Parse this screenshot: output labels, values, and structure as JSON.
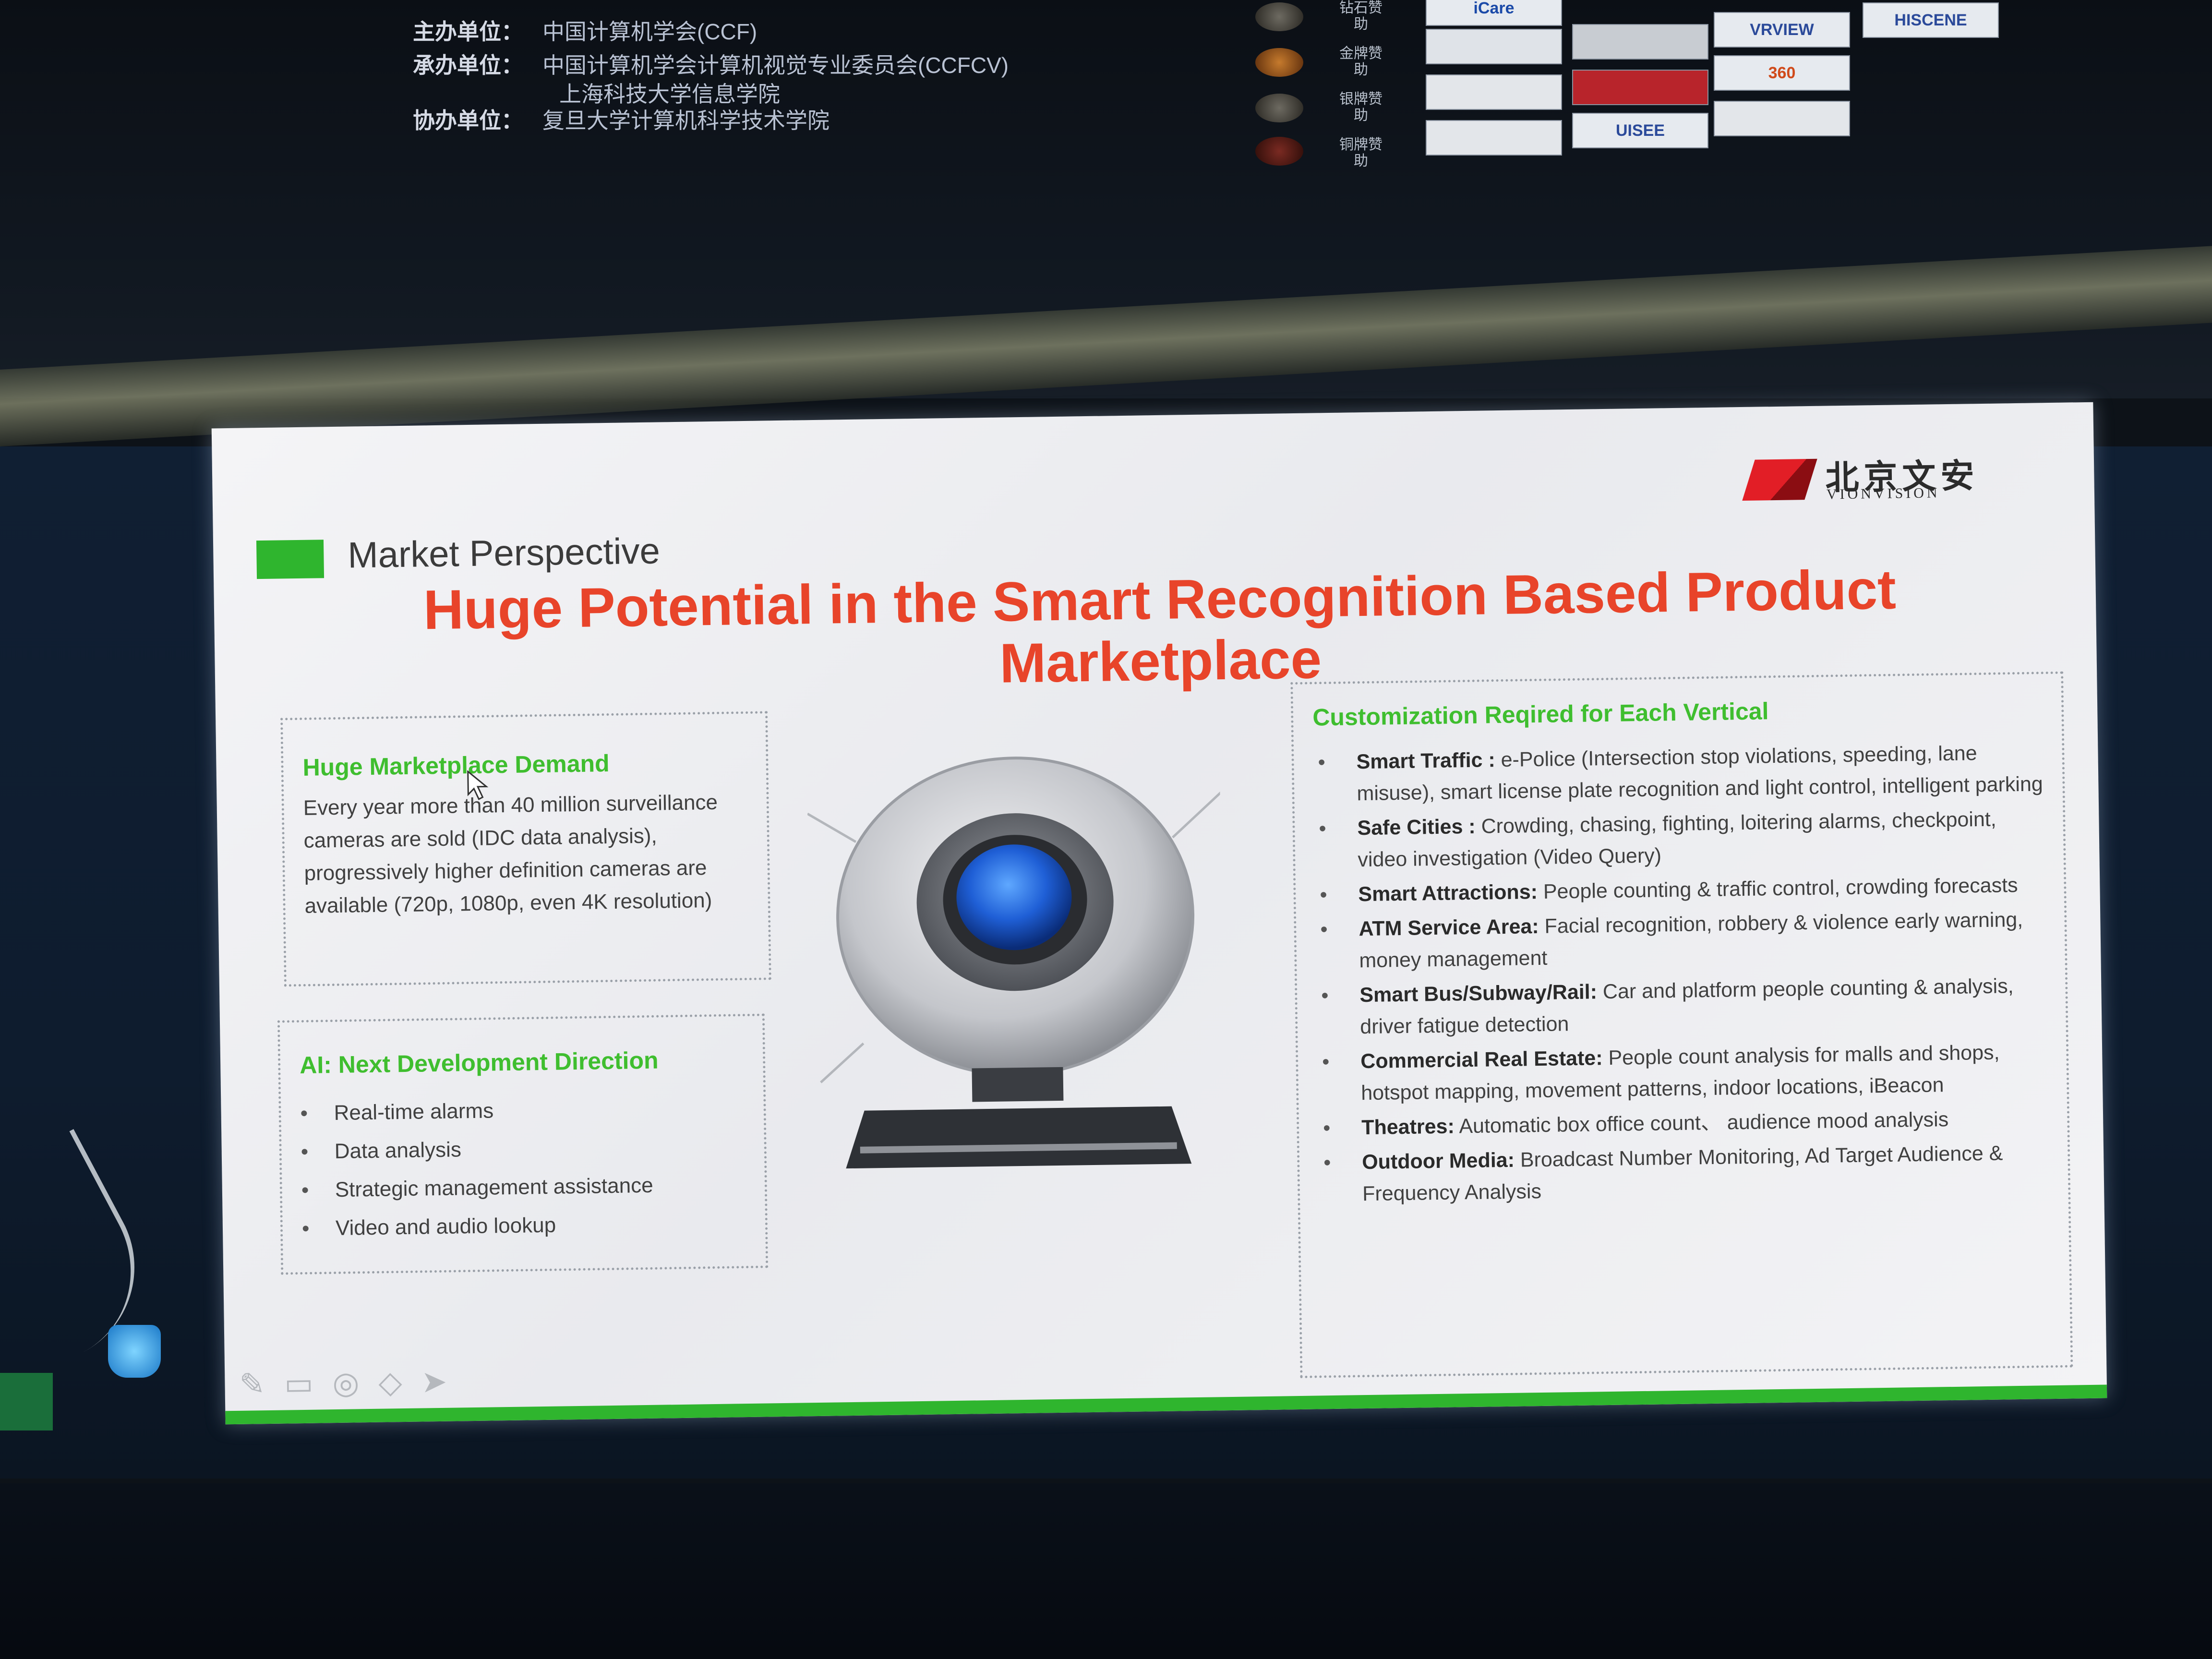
{
  "venue": {
    "organizers": [
      {
        "label": "主办单位：",
        "name": "中国计算机学会(CCF)"
      },
      {
        "label": "承办单位：",
        "name": "中国计算机学会计算机视觉专业委员会(CCFCV)"
      },
      {
        "label": "",
        "name": "上海科技大学信息学院"
      },
      {
        "label": "协办单位：",
        "name": "复旦大学计算机科学技术学院"
      }
    ],
    "sponsor_tiers": [
      "钻石赞助",
      "金牌赞助",
      "银牌赞助",
      "铜牌赞助"
    ],
    "sponsor_logos": [
      "iCare",
      "VRVIEW",
      "HISCENE",
      "360",
      "UISEE"
    ]
  },
  "slide": {
    "section_title": "Market Perspective",
    "logo_cn": "北京文安",
    "logo_en": "VIONVISION",
    "headline": "Huge Potential in the Smart Recognition Based Product Marketplace",
    "demand": {
      "heading": "Huge Marketplace Demand",
      "body": "Every year more than 40 million surveillance cameras are sold (IDC data analysis), progressively higher definition cameras are available (720p, 1080p, even 4K resolution)"
    },
    "ai": {
      "heading": "AI:  Next Development Direction",
      "items": [
        "Real-time alarms",
        "Data analysis",
        "Strategic management assistance",
        "Video and audio lookup"
      ]
    },
    "verticals": {
      "heading": "Customization Reqired for Each Vertical",
      "items": [
        {
          "title": "Smart Traffic :",
          "text": " e-Police (Intersection stop violations, speeding, lane misuse), smart license plate recognition and light control, intelligent parking"
        },
        {
          "title": "Safe Cities :",
          "text": " Crowding, chasing, fighting, loitering alarms, checkpoint, video investigation (Video Query)"
        },
        {
          "title": "Smart Attractions:",
          "text": " People counting & traffic control, crowding forecasts"
        },
        {
          "title": "ATM Service Area:",
          "text": " Facial recognition, robbery & violence early warning, money management"
        },
        {
          "title": "Smart Bus/Subway/Rail:",
          "text": " Car and platform people counting & analysis, driver fatigue detection"
        },
        {
          "title": "Commercial Real Estate:",
          "text": " People count analysis for malls and shops, hotspot mapping, movement patterns, indoor locations, iBeacon"
        },
        {
          "title": "Theatres:",
          "text": " Automatic box office count、 audience mood analysis"
        },
        {
          "title": "Outdoor Media:",
          "text": " Broadcast Number Monitoring, Ad Target Audience & Frequency Analysis"
        }
      ]
    }
  },
  "colors": {
    "accent_green": "#2fb52e",
    "headline_red": "#e8442a",
    "heading_green": "#3fbe2f"
  }
}
